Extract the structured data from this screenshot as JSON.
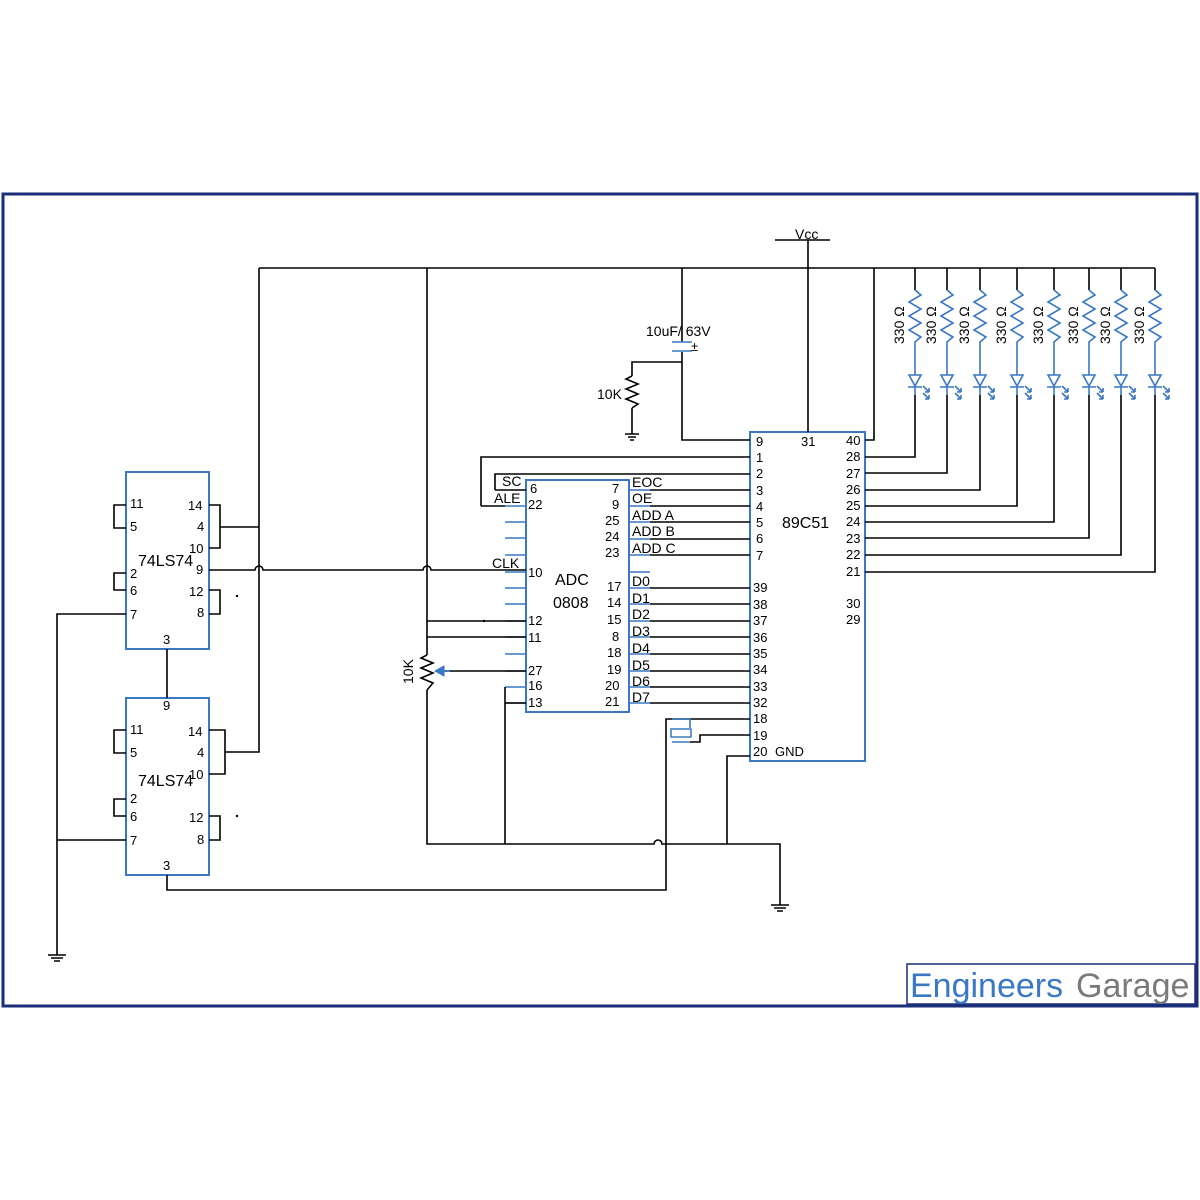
{
  "chips": {
    "ff1": {
      "name": "74LS74",
      "pins": {
        "p11": "11",
        "p5": "5",
        "p2": "2",
        "p6": "6",
        "p7": "7",
        "p14": "14",
        "p4": "4",
        "p10": "10",
        "p9": "9",
        "p12": "12",
        "p8": "8",
        "p3": "3"
      }
    },
    "ff2": {
      "name": "74LS74",
      "pins": {
        "p9": "9",
        "p11": "11",
        "p5": "5",
        "p2": "2",
        "p6": "6",
        "p7": "7",
        "p14": "14",
        "p4": "4",
        "p10": "10",
        "p12": "12",
        "p8": "8",
        "p3": "3"
      }
    },
    "adc": {
      "name_line1": "ADC",
      "name_line2": "0808",
      "signals": {
        "sc": "SC",
        "ale": "ALE",
        "clk": "CLK",
        "eoc": "EOC",
        "oe": "OE",
        "adda": "ADD A",
        "addb": "ADD B",
        "addc": "ADD C",
        "d0": "D0",
        "d1": "D1",
        "d2": "D2",
        "d3": "D3",
        "d4": "D4",
        "d5": "D5",
        "d6": "D6",
        "d7": "D7"
      },
      "pins_left": [
        "6",
        "22",
        "10",
        "12",
        "11",
        "27",
        "16",
        "13"
      ],
      "pins_right": [
        "7",
        "9",
        "25",
        "24",
        "23",
        "17",
        "14",
        "15",
        "8",
        "18",
        "19",
        "20",
        "21"
      ]
    },
    "mcu": {
      "name": "89C51",
      "pin_top": "31",
      "pins_left": [
        "9",
        "1",
        "2",
        "3",
        "4",
        "5",
        "6",
        "7",
        "39",
        "38",
        "37",
        "36",
        "35",
        "34",
        "33",
        "32",
        "18",
        "19",
        "20"
      ],
      "gnd": "GND",
      "pins_right": [
        "40",
        "28",
        "27",
        "26",
        "25",
        "24",
        "23",
        "22",
        "21",
        "30",
        "29"
      ]
    }
  },
  "components": {
    "vcc": "Vcc",
    "capacitor": "10uF/ 63V",
    "cap_polarity": "±",
    "resistor_10k": "10K",
    "pot_10k": "10K",
    "led_resistor": "330 Ω"
  },
  "brand": {
    "part1": "Engineers",
    "part2": "Garage"
  },
  "colors": {
    "component": "#3a78c3",
    "wire": "#000000",
    "frame": "#1a2e7a",
    "brand_gray": "#7a7a7a"
  }
}
